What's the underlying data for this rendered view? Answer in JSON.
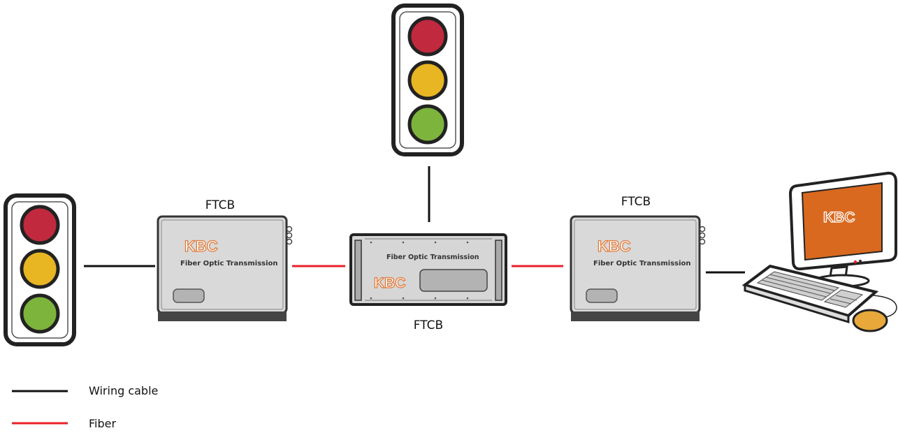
{
  "nodes": {
    "left_box": {
      "label": "FTCB",
      "brand": "KBC",
      "caption": "Fiber Optic Transmission"
    },
    "center_box": {
      "label": "FTCB",
      "brand": "KBC",
      "caption": "Fiber Optic Transmission"
    },
    "right_box": {
      "label": "FTCB",
      "brand": "KBC",
      "caption": "Fiber Optic Transmission"
    },
    "computer": {
      "brand": "KBC"
    },
    "traffic_lights": [
      {
        "name": "left-traffic-light",
        "lamps": [
          "#c0293e",
          "#e8b523",
          "#7db43c"
        ]
      },
      {
        "name": "top-traffic-light",
        "lamps": [
          "#c0293e",
          "#e8b523",
          "#7db43c"
        ]
      }
    ]
  },
  "edges": [
    {
      "from": "left-traffic-light",
      "to": "left_box",
      "type": "Wiring cable"
    },
    {
      "from": "left_box",
      "to": "center_box",
      "type": "Fiber"
    },
    {
      "from": "top-traffic-light",
      "to": "center_box",
      "type": "Wiring cable"
    },
    {
      "from": "center_box",
      "to": "right_box",
      "type": "Fiber"
    },
    {
      "from": "right_box",
      "to": "computer",
      "type": "Wiring cable"
    }
  ],
  "legend": [
    {
      "label": "Wiring cable",
      "color": "#111111"
    },
    {
      "label": "Fiber",
      "color": "#e8202a"
    }
  ],
  "colors": {
    "wire": "#111111",
    "fiber": "#e8202a",
    "brand": "#e07a3a",
    "screen": "#d9691f"
  }
}
